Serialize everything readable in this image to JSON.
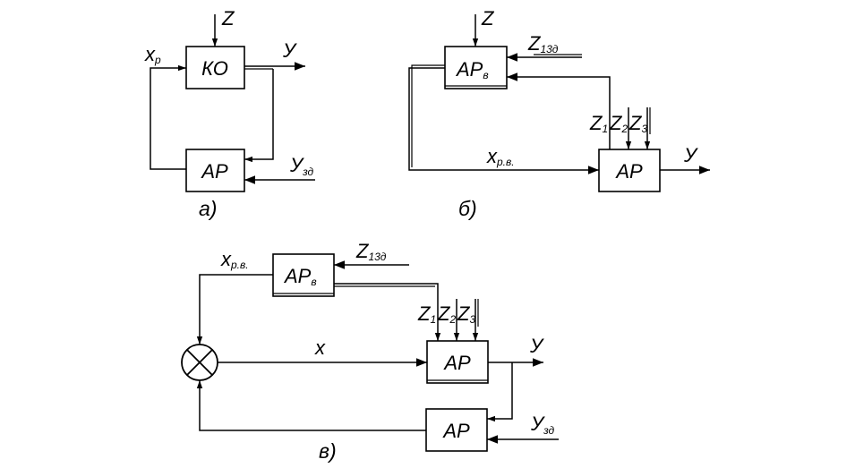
{
  "diagram_a": {
    "caption": "а)",
    "block_ko": "КО",
    "block_ar": "АР",
    "disturbance": "Z",
    "output": "У",
    "regulating_main": "х",
    "regulating_sub": "р",
    "setpoint_main": "У",
    "setpoint_sub": "зд"
  },
  "diagram_b": {
    "caption": "б)",
    "block_arv_main": "АР",
    "block_arv_sub": "в",
    "block_ar": "АР",
    "disturbance": "Z",
    "z13_main": "Z",
    "z13_sub": "13д",
    "z1_main": "Z",
    "z1_sub": "1",
    "z2_main": "Z",
    "z2_sub": "2",
    "z3_main": "Z",
    "z3_sub": "3",
    "signal_main": "х",
    "signal_sub": "р.в.",
    "output": "У"
  },
  "diagram_c": {
    "caption": "в)",
    "block_arv_main": "АР",
    "block_arv_sub": "в",
    "block_ar1": "АР",
    "block_ar2": "АР",
    "z13_main": "Z",
    "z13_sub": "13д",
    "z1_main": "Z",
    "z1_sub": "1",
    "z2_main": "Z",
    "z2_sub": "2",
    "z3_main": "Z",
    "z3_sub": "3",
    "signal_main": "х",
    "signal_sub": "р.в.",
    "x_label": "х",
    "output": "У",
    "setpoint_main": "У",
    "setpoint_sub": "зд"
  }
}
